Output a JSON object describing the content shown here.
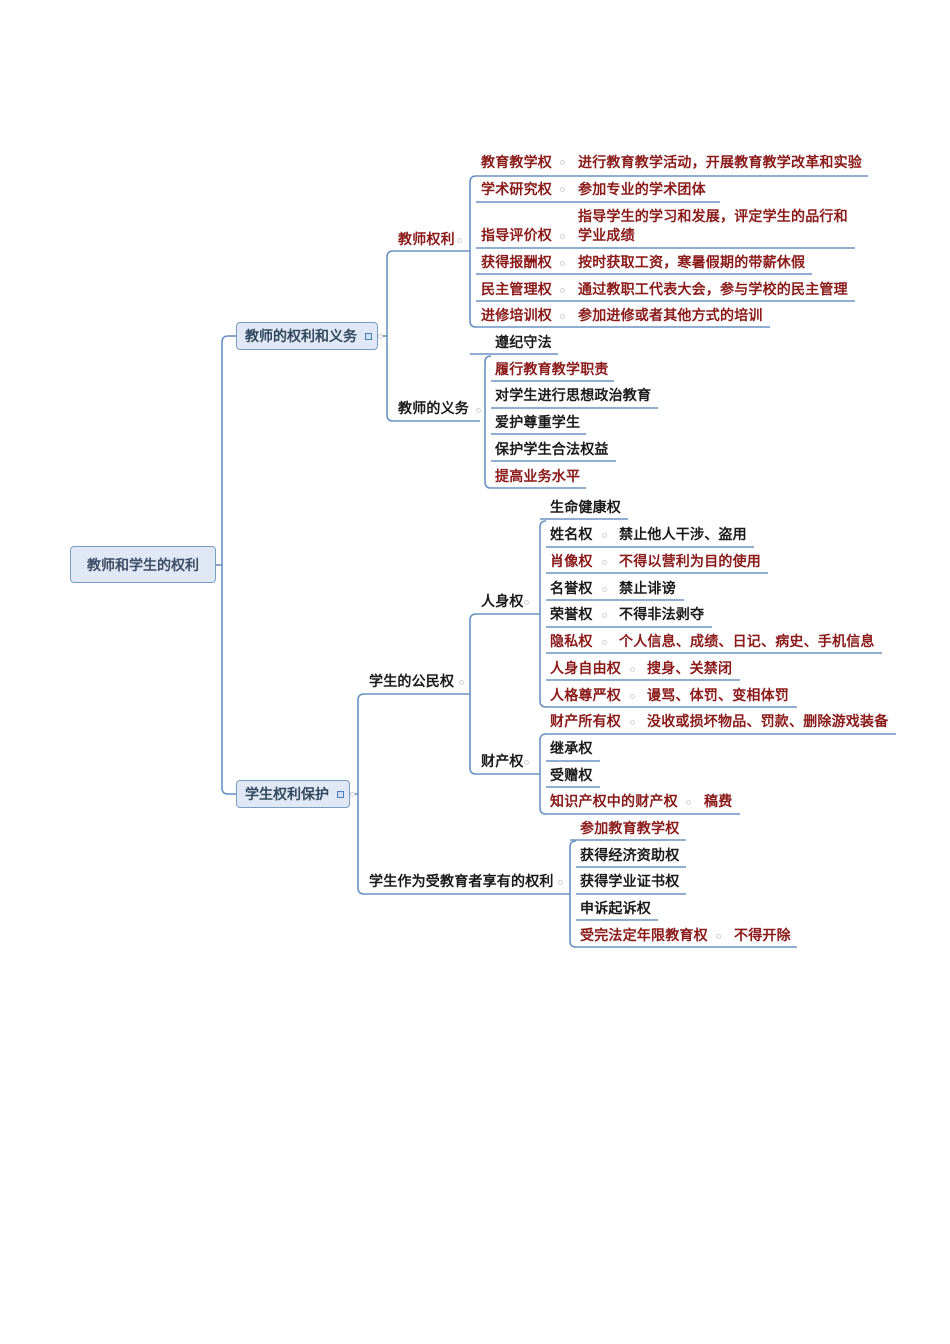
{
  "colors": {
    "line": "#6b93c4",
    "box_fill": "#dfe8f4",
    "box_border": "#7a9cc6",
    "red_text": "#8b1a1a",
    "black_text": "#1a1a1a"
  },
  "root": {
    "label": "教师和学生的权利"
  },
  "teacher": {
    "label": "教师的权利和义务",
    "rights": {
      "label": "教师权利",
      "items": [
        {
          "label": "教育教学权",
          "detail": "进行教育教学活动，开展教育教学改革和实验"
        },
        {
          "label": "学术研究权",
          "detail": "参加专业的学术团体"
        },
        {
          "label": "指导评价权",
          "detail_line1": "指导学生的学习和发展，评定学生的品行和",
          "detail_line2": "学业成绩"
        },
        {
          "label": "获得报酬权",
          "detail": "按时获取工资，寒暑假期的带薪休假"
        },
        {
          "label": "民主管理权",
          "detail": "通过教职工代表大会，参与学校的民主管理"
        },
        {
          "label": "进修培训权",
          "detail": "参加进修或者其他方式的培训"
        }
      ]
    },
    "duties": {
      "label": "教师的义务",
      "items": [
        {
          "label": "遵纪守法"
        },
        {
          "label": "履行教育教学职责"
        },
        {
          "label": "对学生进行思想政治教育"
        },
        {
          "label": "爱护尊重学生"
        },
        {
          "label": "保护学生合法权益"
        },
        {
          "label": "提高业务水平"
        }
      ]
    }
  },
  "student": {
    "label": "学生权利保护",
    "civil": {
      "label": "学生的公民权",
      "personal": {
        "label": "人身权",
        "items": [
          {
            "label": "生命健康权"
          },
          {
            "label": "姓名权",
            "detail": "禁止他人干涉、盗用"
          },
          {
            "label": "肖像权",
            "detail": "不得以营利为目的使用"
          },
          {
            "label": "名誉权",
            "detail": "禁止诽谤"
          },
          {
            "label": "荣誉权",
            "detail": "不得非法剥夺"
          },
          {
            "label": "隐私权",
            "detail": "个人信息、成绩、日记、病史、手机信息"
          },
          {
            "label": "人身自由权",
            "detail": "搜身、关禁闭"
          },
          {
            "label": "人格尊严权",
            "detail": "谩骂、体罚、变相体罚"
          }
        ]
      },
      "property": {
        "label": "财产权",
        "items": [
          {
            "label": "财产所有权",
            "detail": "没收或损坏物品、罚款、删除游戏装备"
          },
          {
            "label": "继承权"
          },
          {
            "label": "受赠权"
          },
          {
            "label": "知识产权中的财产权",
            "detail": "稿费"
          }
        ]
      }
    },
    "educatee": {
      "label": "学生作为受教育者享有的权利",
      "items": [
        {
          "label": "参加教育教学权"
        },
        {
          "label": "获得经济资助权"
        },
        {
          "label": "获得学业证书权"
        },
        {
          "label": "申诉起诉权"
        },
        {
          "label": "受完法定年限教育权",
          "detail": "不得开除"
        }
      ]
    }
  }
}
